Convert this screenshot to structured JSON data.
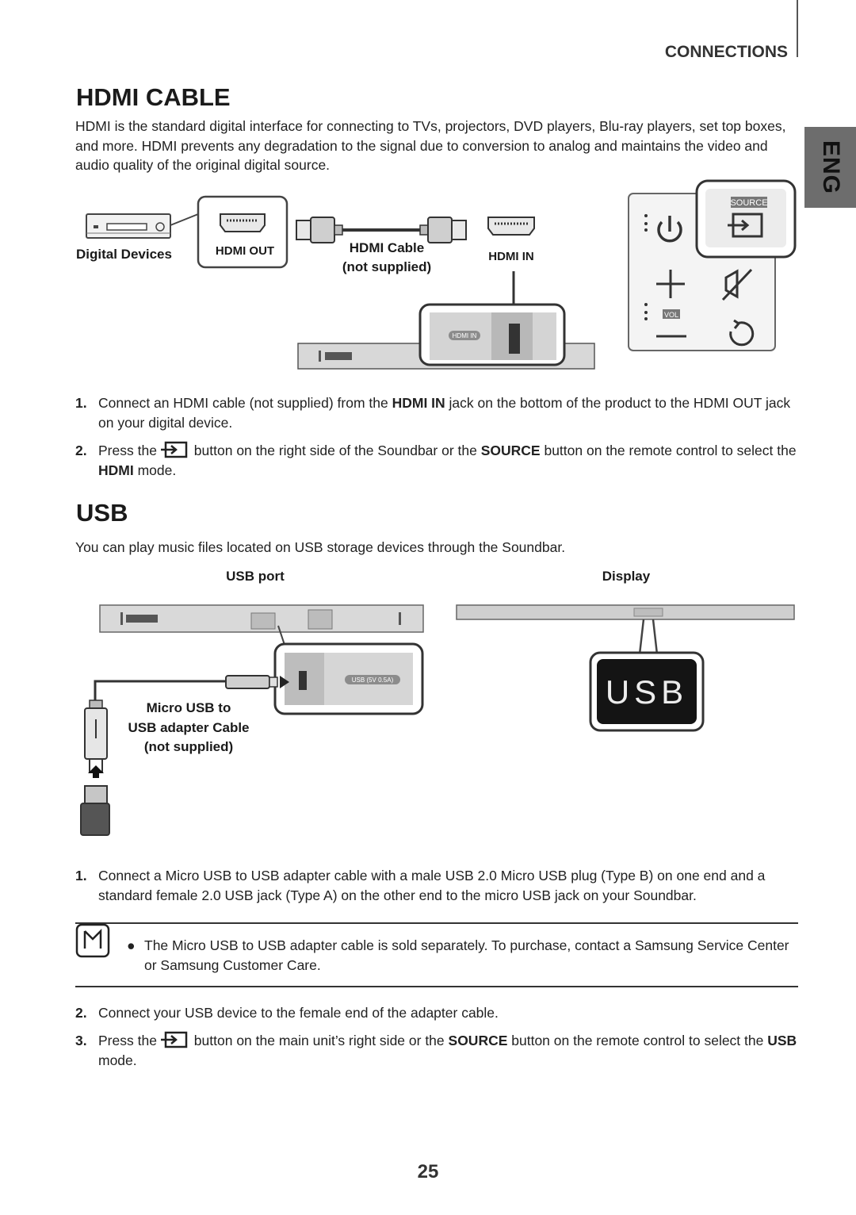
{
  "header": {
    "section": "CONNECTIONS",
    "lang": "ENG"
  },
  "hdmi": {
    "title": "HDMI CABLE",
    "intro": "HDMI is the standard digital interface for connecting to TVs, projectors, DVD players, Blu-ray players, set top boxes, and more. HDMI prevents any degradation to the signal due to conversion to analog and maintains the video and audio quality of the original digital source.",
    "labels": {
      "digital_devices": "Digital Devices",
      "hdmi_out": "HDMI OUT",
      "hdmi_cable": "HDMI Cable",
      "not_supplied": "(not supplied)",
      "hdmi_in": "HDMI IN",
      "hdmi_in_port": "HDMI IN",
      "source": "SOURCE",
      "vol": "VOL"
    },
    "steps": [
      {
        "num": "1.",
        "a": "Connect an HDMI cable (not supplied) from the ",
        "b": "HDMI IN",
        "c": " jack on the bottom of the product to the HDMI OUT jack on your digital device."
      },
      {
        "num": "2.",
        "a": "Press the",
        "b": " button on the right side of the Soundbar or the ",
        "c": "SOURCE",
        "d": " button on the remote control to select the ",
        "e": "HDMI",
        "f": " mode."
      }
    ]
  },
  "usb": {
    "title": "USB",
    "intro": "You can play music files located on USB storage devices through the Soundbar.",
    "labels": {
      "usb_port": "USB port",
      "display": "Display",
      "usb_port_tag": "USB (5V 0.5A)",
      "display_text": "USB",
      "cable_line1": "Micro USB to",
      "cable_line2": "USB adapter Cable",
      "cable_line3": "(not supplied)"
    },
    "step1": {
      "num": "1.",
      "text": "Connect a Micro USB to USB adapter cable with a male USB 2.0 Micro USB plug (Type B) on one end and a standard female 2.0 USB jack (Type A) on the other end to the micro USB jack on your Soundbar."
    },
    "note": "The Micro USB to USB adapter cable is sold separately. To purchase, contact a Samsung Service Center or Samsung Customer Care.",
    "step2": {
      "num": "2.",
      "text": "Connect your USB device to the female end of the adapter cable."
    },
    "step3": {
      "num": "3.",
      "a": "Press the",
      "b": " button on the main unit’s right side or the ",
      "c": "SOURCE",
      "d": " button on the remote control to select the ",
      "e": "USB",
      "f": " mode."
    }
  },
  "page_number": "25"
}
